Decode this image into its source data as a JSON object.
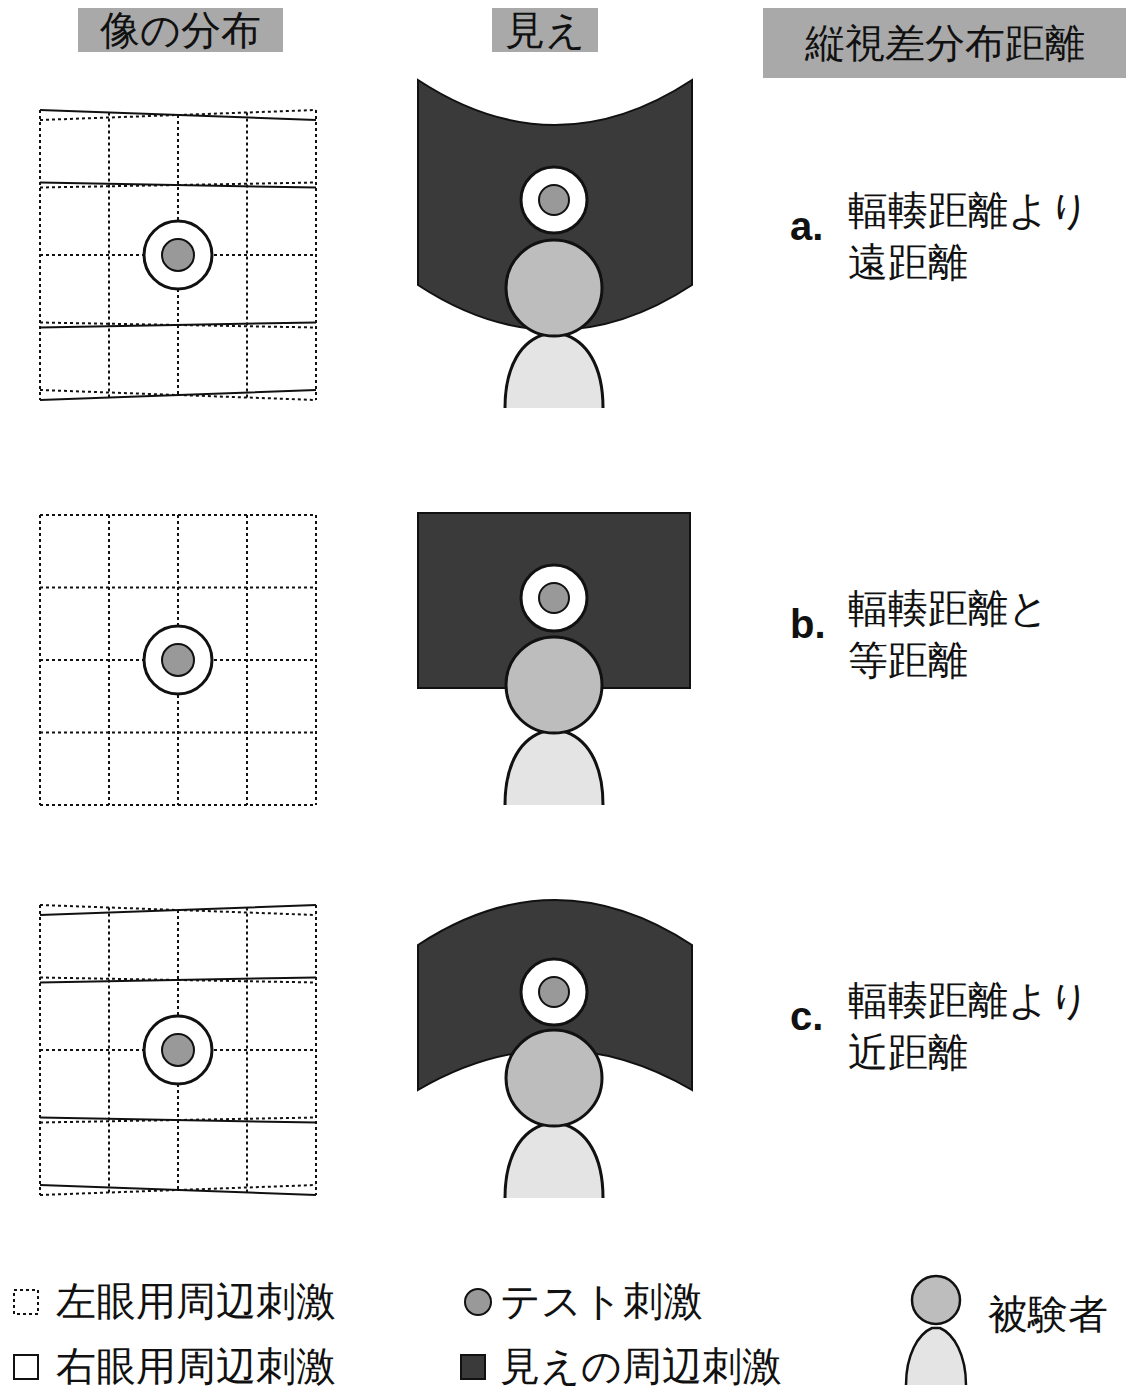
{
  "diagram": {
    "nodes": [
      {
        "text": [
          "像の分布"
        ]
      },
      {
        "text": [
          "見え"
        ]
      },
      {
        "text": [
          "縦視差分布距離"
        ]
      }
    ],
    "labels": [
      "a.",
      "輻輳距離より 遠距離",
      "b.",
      "輻輳距離と 等距離",
      "c.",
      "輻輳距離より 近距離"
    ],
    "legend": [
      {
        "text": "左眼用周辺刺激"
      },
      {
        "text": "テスト刺激"
      },
      {
        "text": "被験者"
      },
      {
        "text": "右眼用周辺刺激"
      },
      {
        "text": "見えの周辺刺激",
        "color": "#3a3a3a"
      }
    ]
  }
}
